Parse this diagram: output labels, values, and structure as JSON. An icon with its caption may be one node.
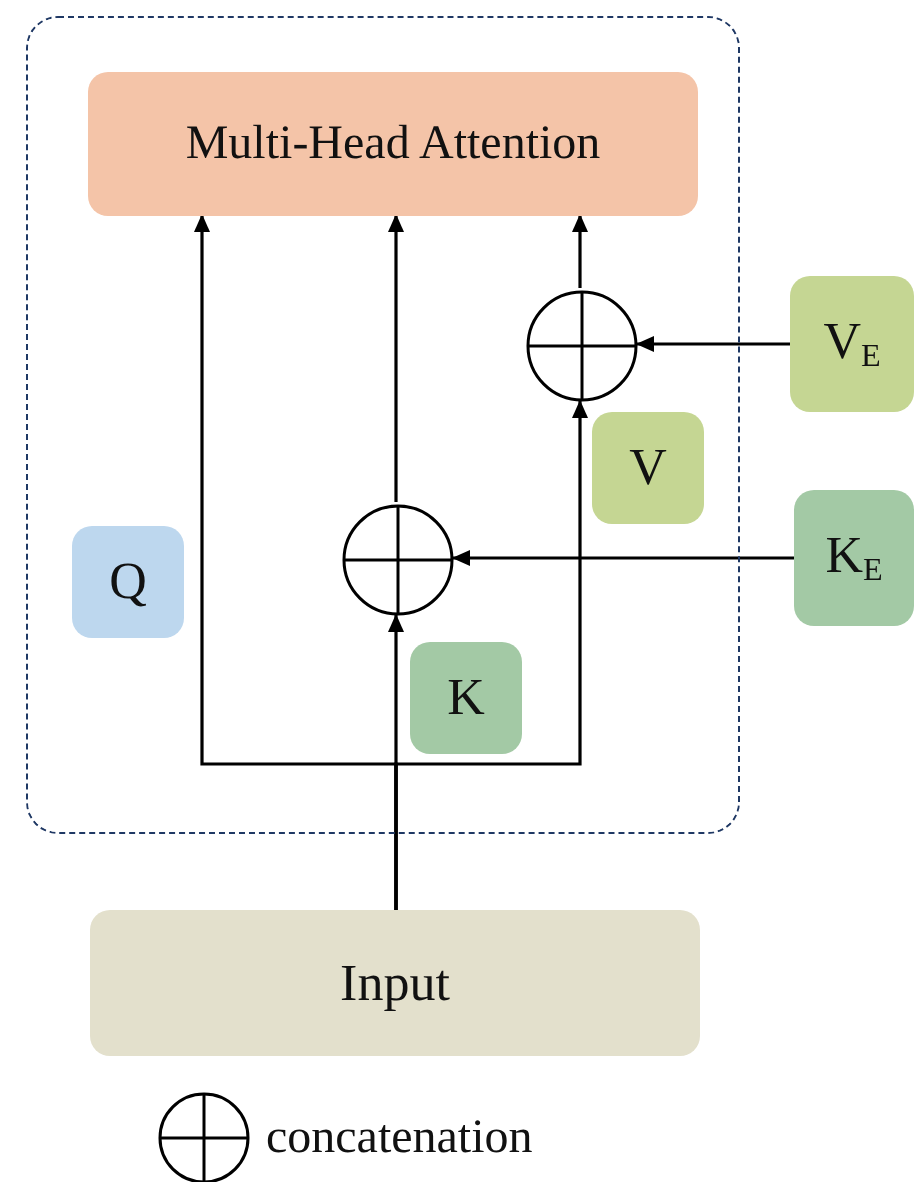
{
  "diagram": {
    "nodes": [
      {
        "text": [],
        "shape": "box"
      },
      {
        "text": [
          "Multi-Head Attention"
        ],
        "in": 0
      },
      {
        "text": [],
        "shape": "circle",
        "in": 0
      },
      {
        "text": [
          "V$_{E}$"
        ]
      },
      {
        "text": [
          "V"
        ],
        "in": 0
      },
      {
        "text": [],
        "shape": "circle",
        "in": 0
      },
      {
        "text": [
          "K$_{E}$"
        ]
      },
      {
        "text": [
          "Q"
        ],
        "in": 0
      },
      {
        "text": [
          "K"
        ],
        "in": 0
      },
      {
        "text": [
          "Input"
        ]
      }
    ],
    "edges": [
      {
        "from": 9,
        "to": 1,
        "arrow": "to"
      },
      {
        "from": 9,
        "to": 5,
        "arrow": "to"
      },
      {
        "from": 9,
        "to": 2,
        "arrow": "to"
      },
      {
        "from": 5,
        "to": 1,
        "arrow": "to"
      },
      {
        "from": 2,
        "to": 1,
        "arrow": "to"
      },
      {
        "from": 3,
        "to": 2,
        "arrow": "to"
      },
      {
        "from": 6,
        "to": 5,
        "arrow": "to"
      }
    ],
    "legend": [
      {
        "text": "concatenation"
      }
    ]
  }
}
